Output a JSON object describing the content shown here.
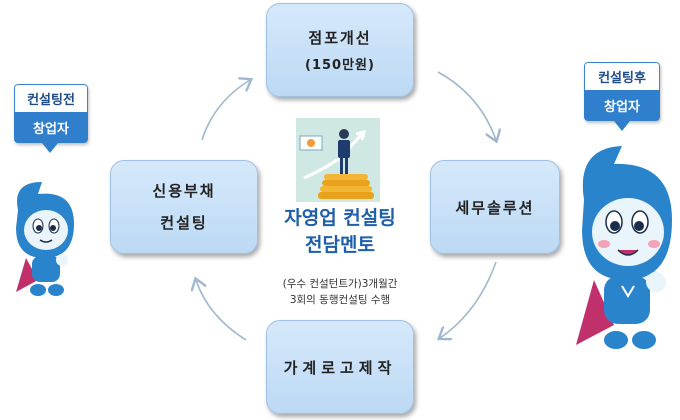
{
  "boxes": {
    "top": {
      "line1": "점포개선",
      "line2": "(150만원)"
    },
    "left": {
      "line1": "신용부채",
      "line2": "컨설팅"
    },
    "right": {
      "label": "세무솔루션"
    },
    "bottom": {
      "label": "가계로고제작"
    }
  },
  "center": {
    "title_line1": "자영업 컨설팅",
    "title_line2": "전담멘토",
    "note_line1": "(우수 컨설턴트가)3개월간",
    "note_line2": "3회의 동행컨설팅 수행"
  },
  "left_tag": {
    "top": "컨설팅전",
    "bottom": "창업자"
  },
  "right_tag": {
    "top": "컨설팅후",
    "bottom": "창업자"
  },
  "colors": {
    "box_fill": "#c9e0f7",
    "title_blue": "#1e5fa8",
    "tag_blue": "#2f7fcd",
    "arrow_gray": "#9fb7d1"
  },
  "icons": [
    "business-coin-illustration",
    "mascot-character"
  ]
}
